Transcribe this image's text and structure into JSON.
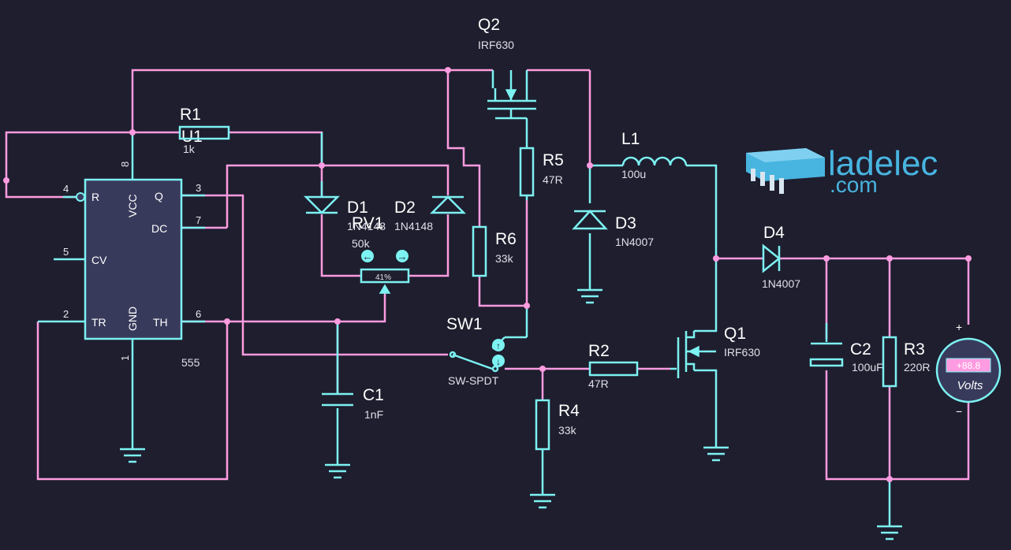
{
  "logo": {
    "name": "ladelec",
    "suffix": ".com"
  },
  "ic": {
    "ref": "U1",
    "part": "555",
    "pins": {
      "r": "R",
      "vcc": "VCC",
      "q": "Q",
      "dc": "DC",
      "cv": "CV",
      "tr": "TR",
      "gnd": "GND",
      "th": "TH"
    },
    "pin_numbers": {
      "p4": "4",
      "p8": "8",
      "p3": "3",
      "p7": "7",
      "p5": "5",
      "p2": "2",
      "p1": "1",
      "p6": "6"
    }
  },
  "components": {
    "r1": {
      "ref": "R1",
      "value": "1k"
    },
    "d1": {
      "ref": "D1",
      "value": "1N4148"
    },
    "d2": {
      "ref": "D2",
      "value": "1N4148"
    },
    "rv1": {
      "ref": "RV1",
      "value": "50k",
      "position": "41%"
    },
    "r6": {
      "ref": "R6",
      "value": "33k"
    },
    "r5": {
      "ref": "R5",
      "value": "47R"
    },
    "q2": {
      "ref": "Q2",
      "value": "IRF630"
    },
    "l1": {
      "ref": "L1",
      "value": "100u"
    },
    "d3": {
      "ref": "D3",
      "value": "1N4007"
    },
    "d4": {
      "ref": "D4",
      "value": "1N4007"
    },
    "sw1": {
      "ref": "SW1",
      "value": "SW-SPDT"
    },
    "r2": {
      "ref": "R2",
      "value": "47R"
    },
    "r4": {
      "ref": "R4",
      "value": "33k"
    },
    "c1": {
      "ref": "C1",
      "value": "1nF"
    },
    "q1": {
      "ref": "Q1",
      "value": "IRF630"
    },
    "c2": {
      "ref": "C2",
      "value": "100uF"
    },
    "r3": {
      "ref": "R3",
      "value": "220R"
    }
  },
  "voltmeter": {
    "reading": "+88.8",
    "unit": "Volts",
    "plus": "+",
    "minus": "−"
  },
  "colors": {
    "background": "#1e1e2e",
    "wire": "#ff9be0",
    "component": "#7cf2f2",
    "logo": "#48b4e0"
  }
}
